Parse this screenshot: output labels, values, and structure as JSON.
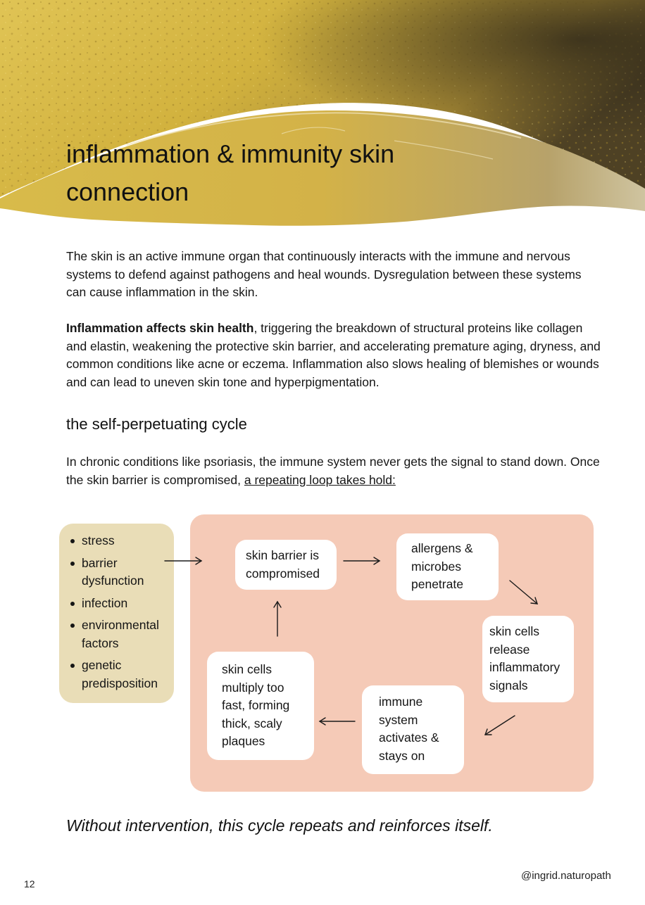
{
  "page": {
    "title": "inflammation & immunity skin connection",
    "intro": "The skin is an active immune organ that continuously interacts with the immune and nervous systems to defend against pathogens and heal wounds. Dysregulation between these systems can cause inflammation in the skin.",
    "effects_bold": "Inflammation affects skin health",
    "effects_rest": ", triggering the breakdown of structural proteins like collagen and elastin, weakening the protective skin barrier, and accelerating premature aging, dryness, and common conditions like acne or eczema. Inflammation also slows healing of blemishes or wounds and can lead to uneven skin tone and hyperpigmentation.",
    "subheading": "the self-perpetuating cycle",
    "cycle_intro": "In chronic conditions like psoriasis, the immune system never gets the signal to stand down. Once the skin barrier is compromised, ",
    "cycle_intro_underlined": "a repeating loop takes hold:",
    "closing": "Without intervention, this cycle repeats and reinforces itself.",
    "page_number": "12",
    "handle": "@ingrid.naturopath"
  },
  "triggers": [
    "stress",
    "barrier dysfunction",
    "infection",
    "environmental factors",
    "genetic predisposition"
  ],
  "cycle": {
    "step1": "skin barrier is compromised",
    "step2": "allergens & microbes penetrate",
    "step3": "skin cells release inflammatory signals",
    "step4": "immune system activates & stays on",
    "step5": "skin cells multiply too fast, forming thick, scaly plaques"
  },
  "colors": {
    "hero_yellow": "#d6b73c",
    "triggers_panel": "#e9ddb7",
    "cycle_panel": "#f5cab7",
    "node_fill": "#ffffff",
    "text": "#111111"
  },
  "icons": {
    "trigger_arrow": "arrow-right",
    "cycle_arrows": [
      "arrow-right",
      "arrow-down-right",
      "arrow-down-left",
      "arrow-left",
      "arrow-up"
    ]
  }
}
